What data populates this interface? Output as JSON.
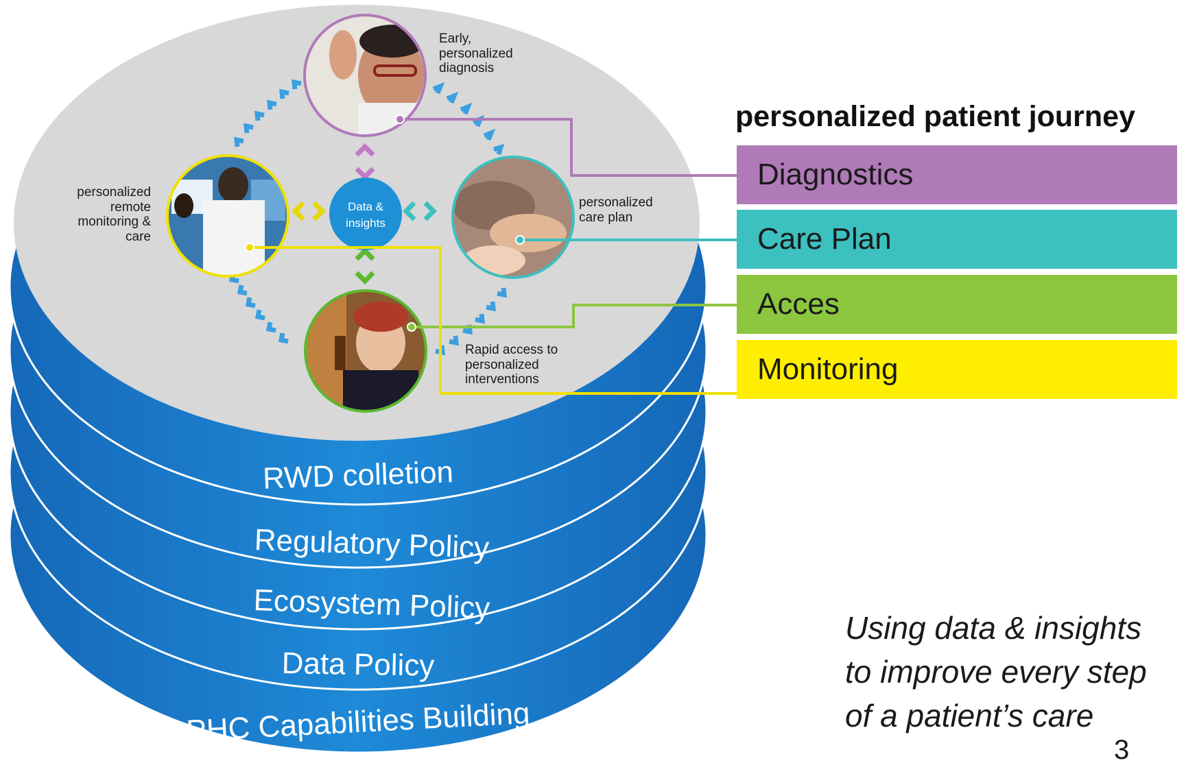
{
  "layers": [
    {
      "label": "RWD colletion"
    },
    {
      "label": "Regulatory Policy"
    },
    {
      "label": "Ecosystem Policy"
    },
    {
      "label": "Data Policy"
    },
    {
      "label": "PHC Capabilities Building"
    }
  ],
  "cycle": {
    "hub": {
      "line1": "Data &",
      "line2": "insights"
    },
    "diagnosis": {
      "line1": "Early,",
      "line2": "personalized",
      "line3": "diagnosis"
    },
    "care_plan": {
      "line1": "personalized",
      "line2": "care plan"
    },
    "access": {
      "line1": "Rapid access to",
      "line2": "personalized",
      "line3": "interventions"
    },
    "monitoring": {
      "line1": "personalized",
      "line2": "remote",
      "line3": "monitoring &",
      "line4": "care"
    }
  },
  "legend": {
    "title": "personalized patient journey",
    "items": [
      {
        "label": "Diagnostics",
        "color": "#b07ab8"
      },
      {
        "label": "Care Plan",
        "color": "#3cc0c0"
      },
      {
        "label": "Acces",
        "color": "#8cc63f"
      },
      {
        "label": "Monitoring",
        "color": "#ffee00"
      }
    ]
  },
  "tagline": {
    "line1": "Using data & insights",
    "line2": "to improve every step",
    "line3": "of a patient’s care"
  },
  "page_number": "3",
  "colors": {
    "layer_blue": "#1a7fd0",
    "top_disc": "#d8d8d8",
    "hub": "#1e90d6",
    "arrow_blue": "#3aa0e0"
  }
}
